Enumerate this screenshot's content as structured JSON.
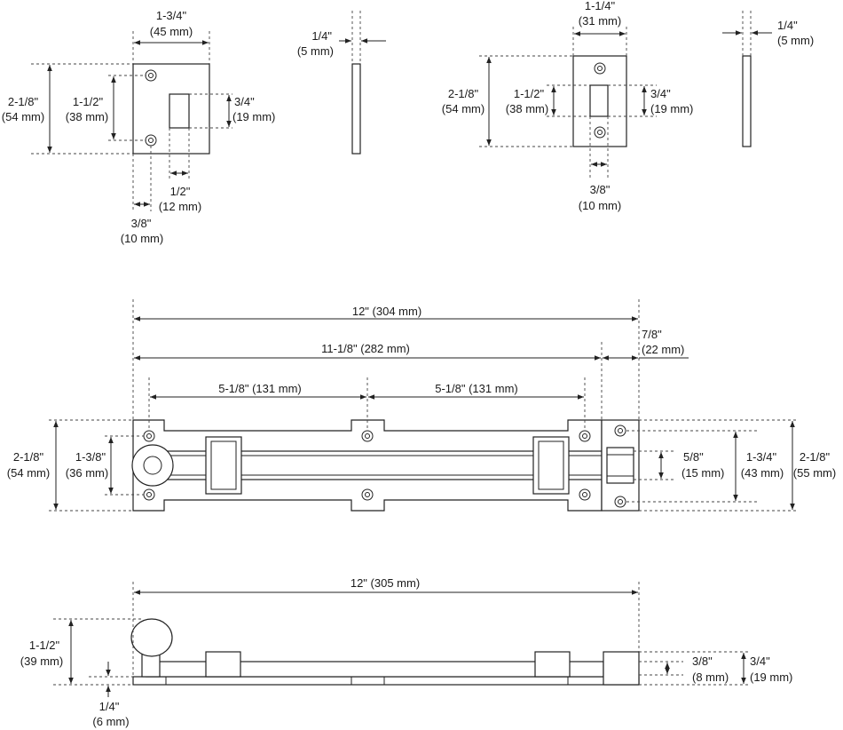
{
  "colors": {
    "line": "#222222",
    "background": "#ffffff"
  },
  "keeper_a": {
    "width": "1-3/4\"",
    "width_mm": "(45 mm)",
    "thickness": "1/4\"",
    "thickness_mm": "(5 mm)",
    "height": "2-1/8\"",
    "height_mm": "(54 mm)",
    "hole_spacing": "1-1/2\"",
    "hole_spacing_mm": "(38 mm)",
    "slot_height": "3/4\"",
    "slot_height_mm": "(19 mm)",
    "slot_width": "1/2\"",
    "slot_width_mm": "(12 mm)",
    "hole_offset": "3/8\"",
    "hole_offset_mm": "(10 mm)"
  },
  "keeper_b": {
    "width": "1-1/4\"",
    "width_mm": "(31 mm)",
    "thickness": "1/4\"",
    "thickness_mm": "(5 mm)",
    "height": "2-1/8\"",
    "height_mm": "(54 mm)",
    "hole_spacing": "1-1/2\"",
    "hole_spacing_mm": "(38 mm)",
    "slot_height": "3/4\"",
    "slot_height_mm": "(19 mm)",
    "slot_width": "3/8\"",
    "slot_width_mm": "(10 mm)"
  },
  "bolt_front": {
    "overall": "12\" (304 mm)",
    "plate_length": "11-1/8\" (282 mm)",
    "hole_spacing_left": "5-1/8\" (131 mm)",
    "hole_spacing_right": "5-1/8\" (131 mm)",
    "keeper_length": "7/8\"",
    "keeper_length_mm": "(22 mm)",
    "plate_height": "2-1/8\"",
    "plate_height_mm": "(54 mm)",
    "plate_hole_spacing": "1-3/8\"",
    "plate_hole_spacing_mm": "(36 mm)",
    "bolt_dia": "5/8\"",
    "bolt_dia_mm": "(15 mm)",
    "keeper_hole_spacing": "1-3/4\"",
    "keeper_hole_spacing_mm": "(43 mm)",
    "keeper_height": "2-1/8\"",
    "keeper_height_mm": "(55 mm)"
  },
  "bolt_side": {
    "overall": "12\" (305 mm)",
    "knob_height": "1-1/2\"",
    "knob_height_mm": "(39 mm)",
    "plate_thickness": "1/4\"",
    "plate_thickness_mm": "(6 mm)",
    "bolt_offset": "3/8\"",
    "bolt_offset_mm": "(8 mm)",
    "keeper_height": "3/4\"",
    "keeper_height_mm": "(19 mm)"
  }
}
